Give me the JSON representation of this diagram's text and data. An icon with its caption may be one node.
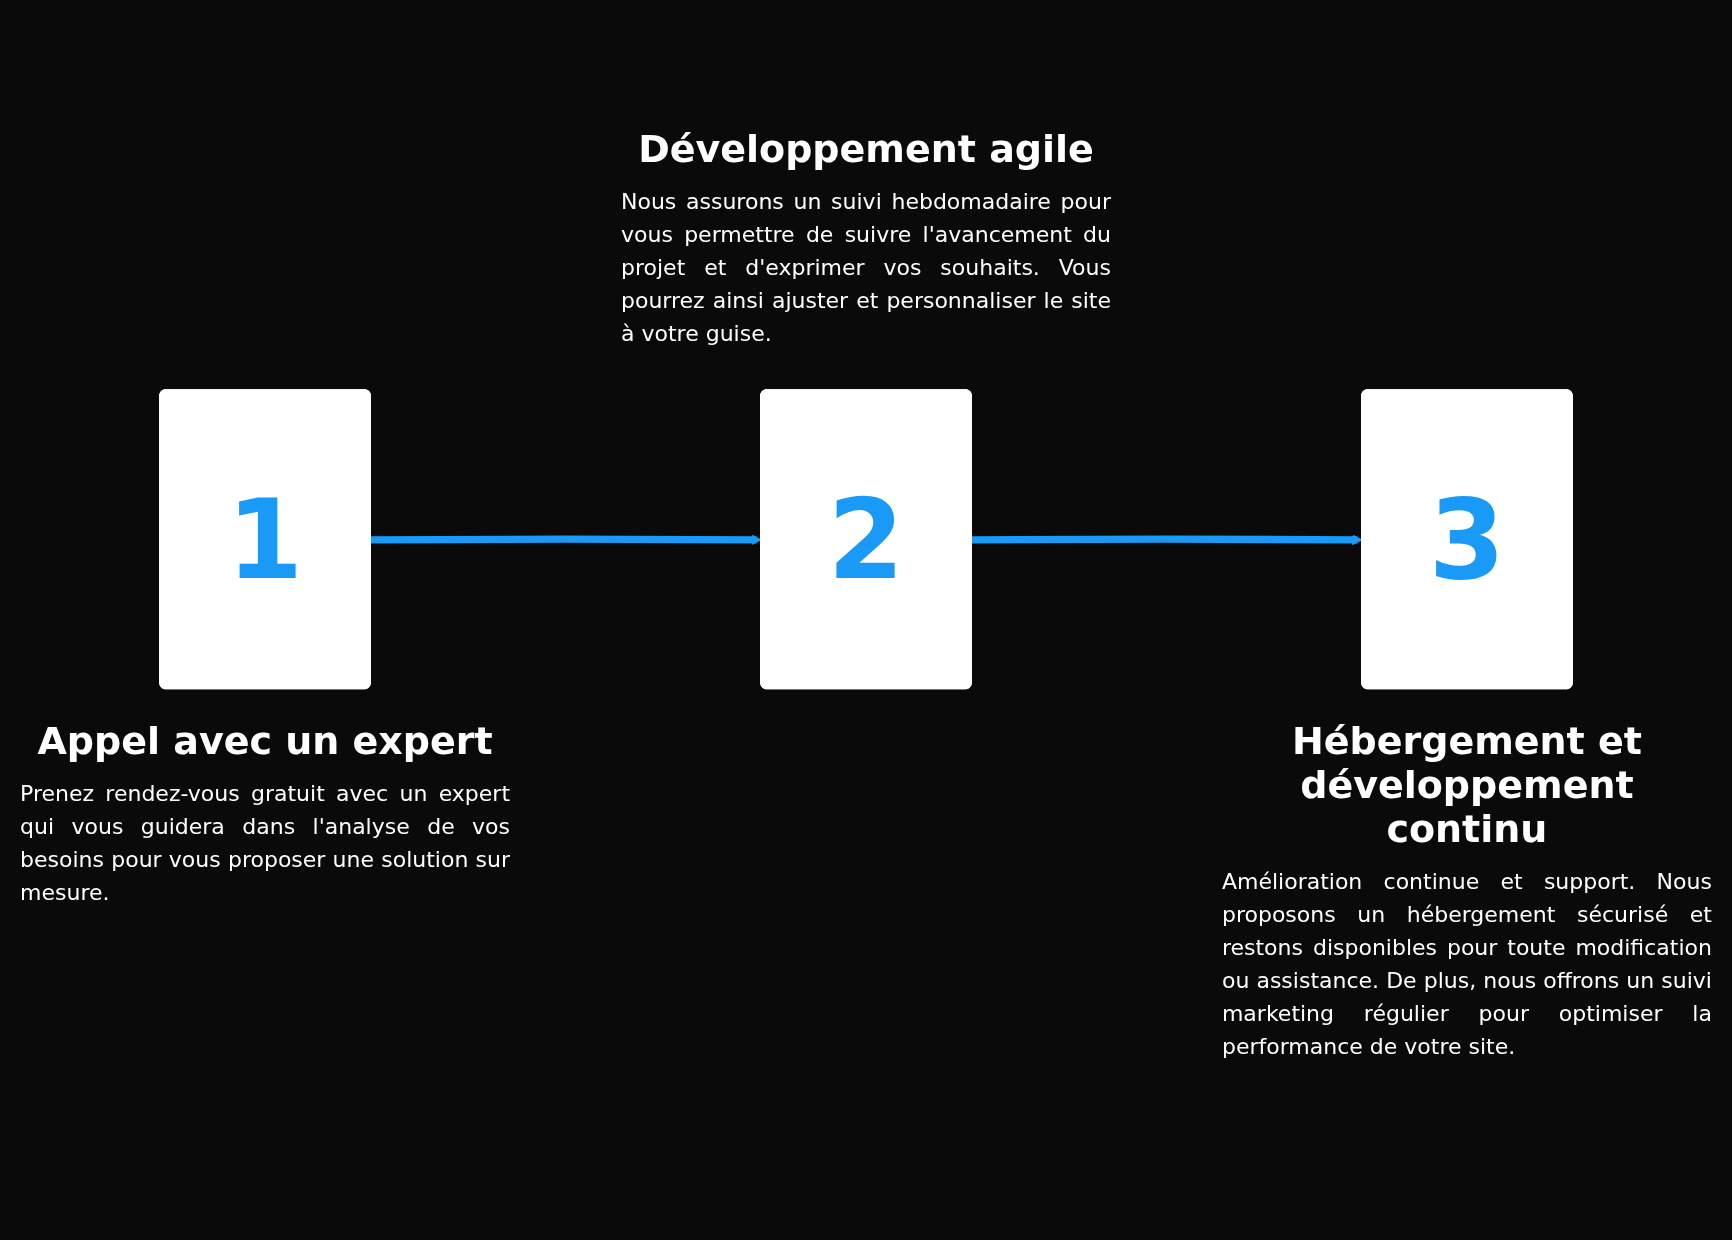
{
  "diagram": {
    "nodes": [
      {
        "text": [
          "1"
        ],
        "beside": [
          "Appel avec un expert",
          "Prenez rendez-vous gratuit avec un expert qui vous guidera dans l'analyse de vos besoins pour vous proposer une solution sur mesure."
        ]
      },
      {
        "text": [
          "2"
        ],
        "beside": [
          "Développement agile",
          "Nous assurons un suivi hebdomadaire pour vous permettre de suivre l'avancement du projet et d'exprimer vos souhaits. Vous pourrez ainsi ajuster et personnaliser le site à votre guise."
        ]
      },
      {
        "text": [
          "3"
        ],
        "beside": [
          "Hébergement et développement continu",
          "Amélioration continue et support. Nous proposons un hébergement sécurisé et restons disponibles pour toute modification ou assistance. De plus, nous offrons un suivi marketing régulier pour optimiser la performance de votre site."
        ]
      }
    ],
    "edges": [
      {
        "from": 0,
        "to": 1,
        "arrow": "to"
      },
      {
        "from": 1,
        "to": 2,
        "arrow": "to"
      }
    ]
  }
}
